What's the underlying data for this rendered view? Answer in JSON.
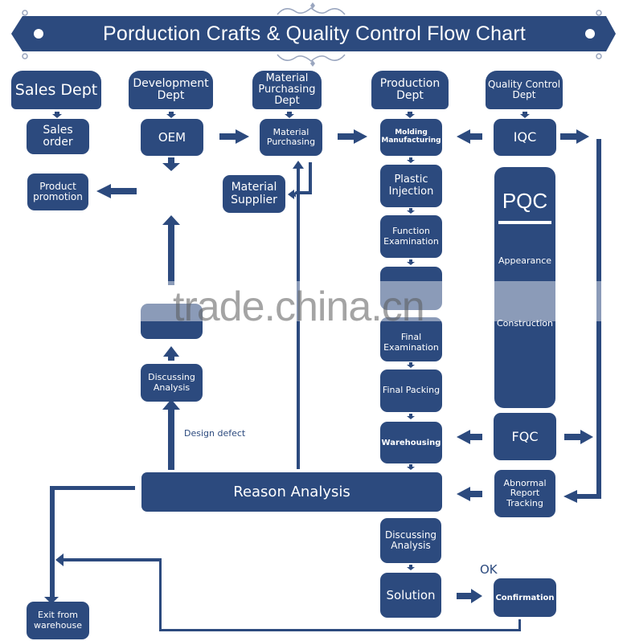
{
  "title": "Porduction Crafts & Quality Control Flow Chart",
  "colors": {
    "primary": "#2c4a7e",
    "background": "#ffffff",
    "ornament": "#9aa6bf"
  },
  "departments": {
    "sales": "Sales Dept",
    "development": "Development Dept",
    "material_purchasing": "Material Purchasing Dept",
    "production": "Production Dept",
    "quality_control": "Quality Control Dept"
  },
  "nodes": {
    "sales_order": "Sales order",
    "product_promotion": "Product promotion",
    "oem": "OEM",
    "material_purchasing": "Material Purchasing",
    "material_supplier": "Material Supplier",
    "molding_manufacturing": "Molding Manufacturing",
    "plastic_injection": "Plastic Injection",
    "function_examination": "Function Examination",
    "final_examination": "Final Examination",
    "final_packing": "Final Packing",
    "warehousing": "Warehousing",
    "iqc": "IQC",
    "pqc": "PQC",
    "pqc_appearance": "Appearance",
    "pqc_construction": "Construction",
    "fqc": "FQC",
    "abnormal_report_tracking": "Abnormal Report Tracking",
    "discussing_analysis_left": "Discussing Analysis",
    "reason_analysis": "Reason Analysis",
    "discussing_analysis_bottom": "Discussing Analysis",
    "solution": "Solution",
    "confirmation": "Confirmation",
    "exit_from_warehouse": "Exit from warehouse"
  },
  "annotations": {
    "design_defect": "Design defect",
    "ok": "OK"
  },
  "watermark": "trade.china.cn"
}
